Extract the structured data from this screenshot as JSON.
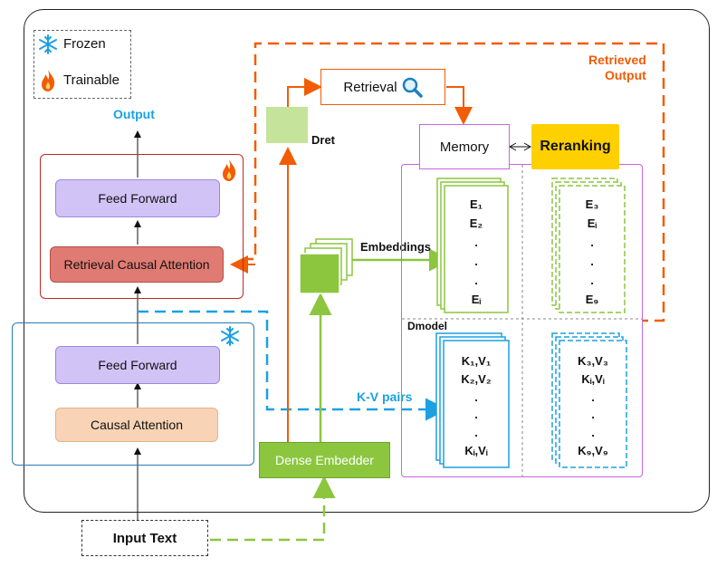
{
  "legend": {
    "frozen_label": "Frozen",
    "trainable_label": "Trainable",
    "frozen_icon": "snowflake-icon",
    "trainable_icon": "flame-icon"
  },
  "left": {
    "output_label": "Output",
    "upper_block": {
      "feed_forward": "Feed Forward",
      "attention": "Retrieval Causal Attention",
      "badge_icon": "flame-icon"
    },
    "lower_block": {
      "feed_forward": "Feed Forward",
      "attention": "Causal Attention",
      "badge_icon": "snowflake-icon"
    },
    "input_label": "Input Text"
  },
  "middle": {
    "dret_label": "Dret",
    "retrieval_label": "Retrieval",
    "retrieval_icon": "magnifier-icon",
    "embeddings_label": "Embeddings",
    "kv_pairs_label": "K-V pairs",
    "dense_embedder_label": "Dense Embedder"
  },
  "right": {
    "retrieved_output_label": "Retrieved\nOutput",
    "memory_label": "Memory",
    "reranking_label": "Reranking",
    "dmodel_label": "Dmodel",
    "embed_col_left": [
      "E₁",
      "E₂",
      ".",
      ".",
      ".",
      "Eᵢ"
    ],
    "embed_col_right": [
      "E₃",
      "Eᵢ",
      ".",
      ".",
      ".",
      "E₉"
    ],
    "kv_col_left": [
      "K₁,V₁",
      "K₂,V₂",
      ".",
      ".",
      ".",
      "Kᵢ,Vᵢ"
    ],
    "kv_col_right": [
      "K₃,V₃",
      "Kᵢ,Vᵢ",
      ".",
      ".",
      ".",
      "K₉,V₉"
    ]
  },
  "colors": {
    "orange": "#f25c05",
    "green": "#8cc63f",
    "blue": "#1ba1e2",
    "purple": "#c864e0",
    "red": "#c0282d",
    "reranking_fill": "#ffd000",
    "feed_forward_fill": "#d2c3f7",
    "retrieval_attention_fill": "#e07b73",
    "causal_attention_fill": "#f8d3b5"
  }
}
